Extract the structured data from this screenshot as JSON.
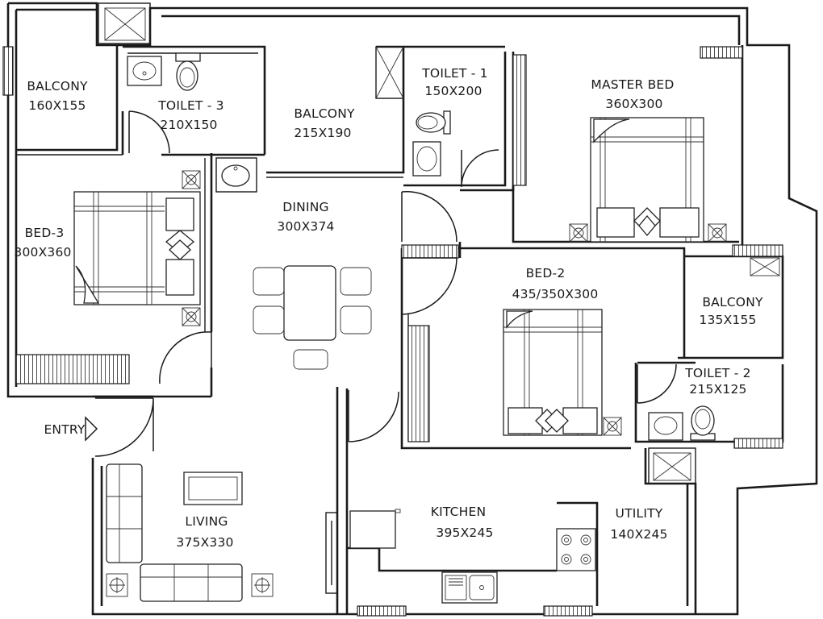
{
  "rooms": {
    "balcony_1": {
      "name": "BALCONY",
      "size": "160X155"
    },
    "toilet_3": {
      "name": "TOILET - 3",
      "size": "210X150"
    },
    "balcony_2": {
      "name": "BALCONY",
      "size": "215X190"
    },
    "toilet_1": {
      "name": "TOILET - 1",
      "size": "150X200"
    },
    "master_bed": {
      "name": "MASTER BED",
      "size": "360X300"
    },
    "bed_3": {
      "name": "BED-3",
      "size": "300X360"
    },
    "dining": {
      "name": "DINING",
      "size": "300X374"
    },
    "bed_2": {
      "name": "BED-2",
      "size": "435/350X300"
    },
    "balcony_3": {
      "name": "BALCONY",
      "size": "135X155"
    },
    "toilet_2": {
      "name": "TOILET - 2",
      "size": "215X125"
    },
    "living": {
      "name": "LIVING",
      "size": "375X330"
    },
    "kitchen": {
      "name": "KITCHEN",
      "size": "395X245"
    },
    "utility": {
      "name": "UTILITY",
      "size": "140X245"
    }
  },
  "entry": {
    "label": "ENTRY"
  },
  "colors": {
    "line": "#1a1a1a",
    "background": "#ffffff"
  }
}
